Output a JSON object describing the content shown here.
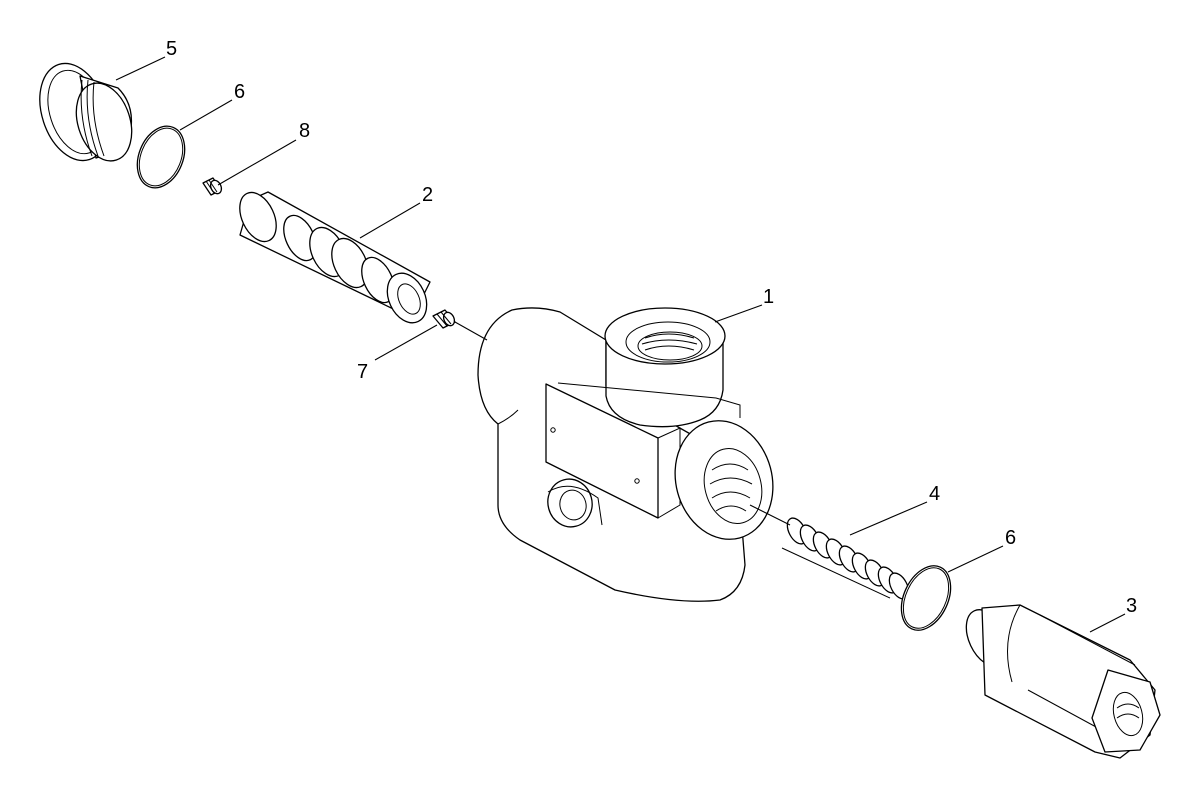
{
  "callouts": {
    "body": "1",
    "spool": "2",
    "end_cap": "3",
    "spring": "4",
    "plug": "5",
    "o_ring_left": "6",
    "o_ring_right": "6",
    "set_screw_lower": "7",
    "set_screw_upper": "8"
  },
  "colors": {
    "line": "#000000",
    "background": "#ffffff"
  }
}
